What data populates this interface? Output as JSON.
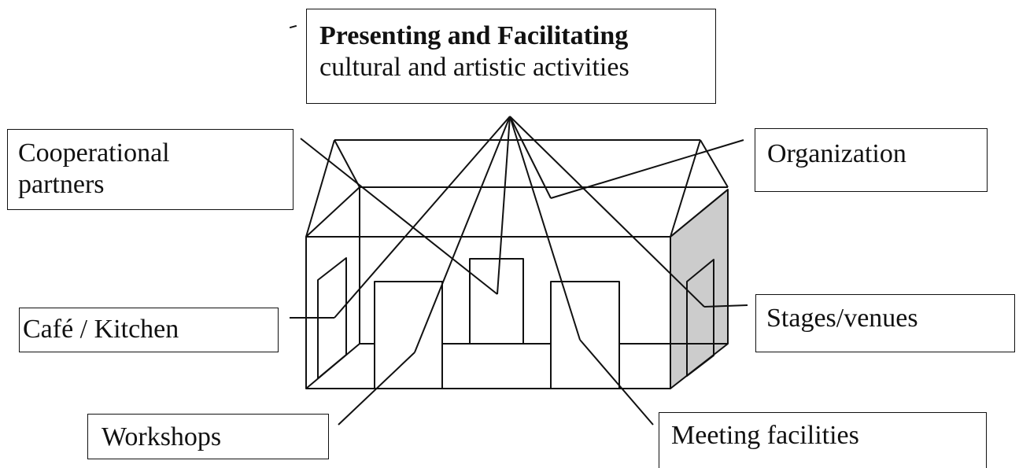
{
  "boxes": {
    "title": {
      "line1": "Presenting and Facilitating",
      "line2": "cultural and artistic activities"
    },
    "cooperational": {
      "line1": "Cooperational",
      "line2": "partners"
    },
    "organization": {
      "label": "Organization"
    },
    "cafe": {
      "label": "Café / Kitchen"
    },
    "stages": {
      "label": "Stages/venues"
    },
    "workshops": {
      "label": "Workshops"
    },
    "meeting": {
      "label": "Meeting facilities"
    }
  },
  "colors": {
    "line": "#111111",
    "side_wall": "#cccccc",
    "background": "#ffffff"
  }
}
